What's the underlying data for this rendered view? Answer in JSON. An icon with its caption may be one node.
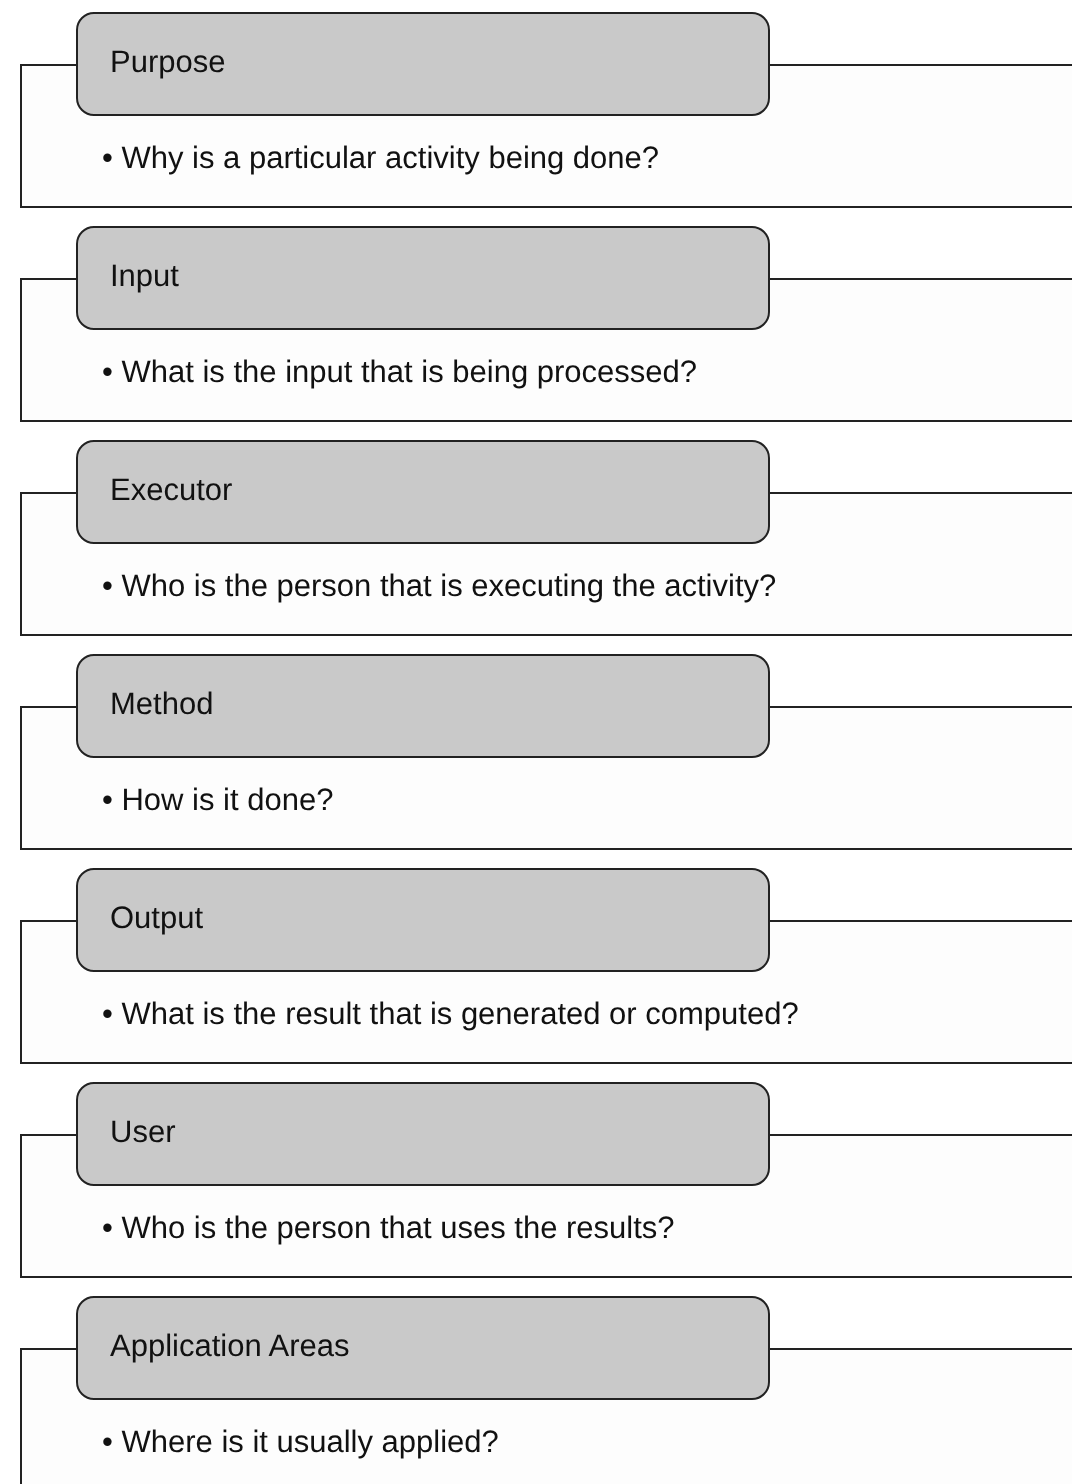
{
  "diagram": {
    "nodes": [
      {
        "text": [
          "Purpose"
        ]
      },
      {
        "text": [
          "• Why is a particular activity being done?"
        ]
      },
      {
        "text": [
          "Input"
        ]
      },
      {
        "text": [
          "• What is the input that is being processed?"
        ]
      },
      {
        "text": [
          "Executor"
        ]
      },
      {
        "text": [
          "• Who is the person that is executing the activity?"
        ]
      },
      {
        "text": [
          "Method"
        ]
      },
      {
        "text": [
          "• How is it done?"
        ]
      },
      {
        "text": [
          "Output"
        ]
      },
      {
        "text": [
          "• What is the result that is generated or computed?"
        ]
      },
      {
        "text": [
          "User"
        ]
      },
      {
        "text": [
          "• Who is the person that uses the results?"
        ]
      },
      {
        "text": [
          "Application Areas"
        ]
      },
      {
        "text": [
          "• Where is it usually applied?"
        ]
      }
    ]
  }
}
